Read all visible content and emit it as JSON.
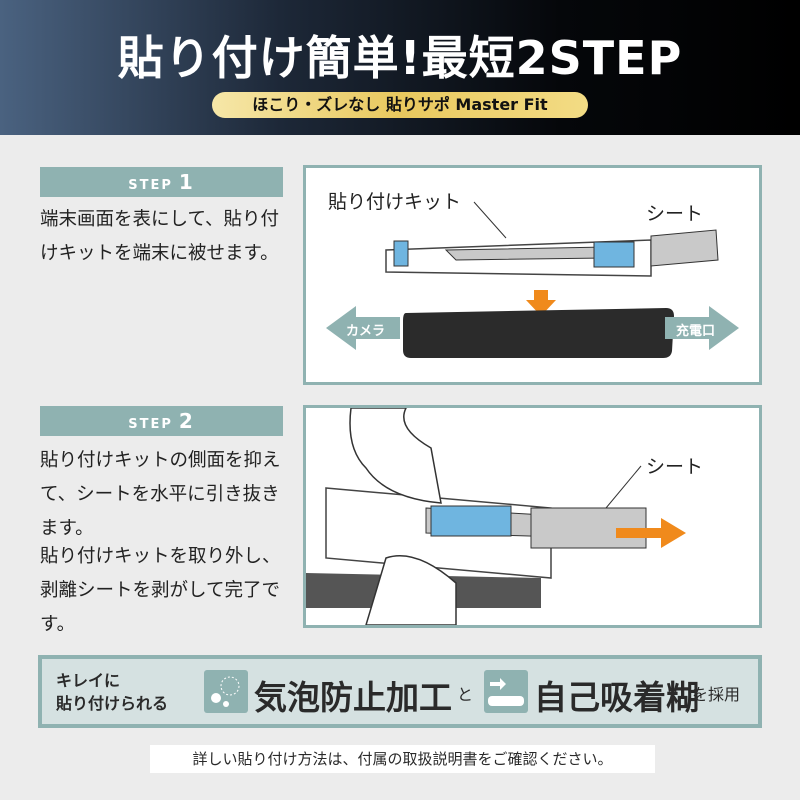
{
  "header": {
    "title": "貼り付け簡単!最短2STEP",
    "subtitle": "ほこり・ズレなし 貼りサポ Master Fit"
  },
  "steps": [
    {
      "label": "STEP",
      "number": "1",
      "text": "端末画面を表にして、貼り付けキットを端末に被せます。",
      "illustration": {
        "kit_label": "貼り付けキット",
        "sheet_label": "シート",
        "camera_label": "カメラ",
        "charge_label": "充電口"
      }
    },
    {
      "label": "STEP",
      "number": "2",
      "text": "貼り付けキットの側面を抑えて、シートを水平に引き抜きます。",
      "text2": "貼り付けキットを取り外し、剥離シートを剥がして完了です。",
      "illustration": {
        "sheet_label": "シート"
      }
    }
  ],
  "feature": {
    "lead": "キレイに",
    "lead2": "貼り付けられる",
    "feature1": "気泡防止加工",
    "joiner": "と",
    "feature2": "自己吸着糊",
    "suffix": "を採用"
  },
  "note": "詳しい貼り付け方法は、付属の取扱説明書をご確認ください。",
  "colors": {
    "accent": "#8fb2b1",
    "arrow": "#f08a1c"
  }
}
